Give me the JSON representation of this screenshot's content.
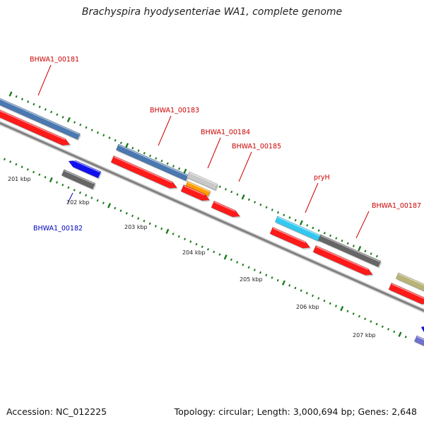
{
  "title": "Brachyspira hyodysenteriae WA1, complete genome",
  "footer": {
    "accession": "Accession: NC_012225",
    "summary": "Topology: circular; Length: 3,000,694 bp; Genes: 2,648"
  },
  "colors": {
    "label_forward": "#cc0000",
    "label_reverse": "#0000bb",
    "backbone": "#808080",
    "tick": "#1a7a1a",
    "cds": "#ff1a1a",
    "gene_blue": "#4a78b0",
    "gene_gray": "#666666",
    "gene_light": "#c8c8c8",
    "gene_orange": "#ff9d00",
    "gene_cyan": "#33c8f0",
    "gene_olive": "#b8b478",
    "gene_reverse": "#1010ee",
    "gene_purple": "#7070d0"
  },
  "scale_labels": [
    "201 kbp",
    "202 kbp",
    "203 kbp",
    "204 kbp",
    "205 kbp",
    "206 kbp",
    "207 kbp"
  ],
  "genes": [
    {
      "label": "BHWA1_00181",
      "strand": "forward"
    },
    {
      "label": "BHWA1_00182",
      "strand": "reverse"
    },
    {
      "label": "BHWA1_00183",
      "strand": "forward"
    },
    {
      "label": "BHWA1_00184",
      "strand": "forward"
    },
    {
      "label": "BHWA1_00185",
      "strand": "forward"
    },
    {
      "label": "pryH",
      "strand": "forward"
    },
    {
      "label": "BHWA1_00187",
      "strand": "forward"
    }
  ]
}
